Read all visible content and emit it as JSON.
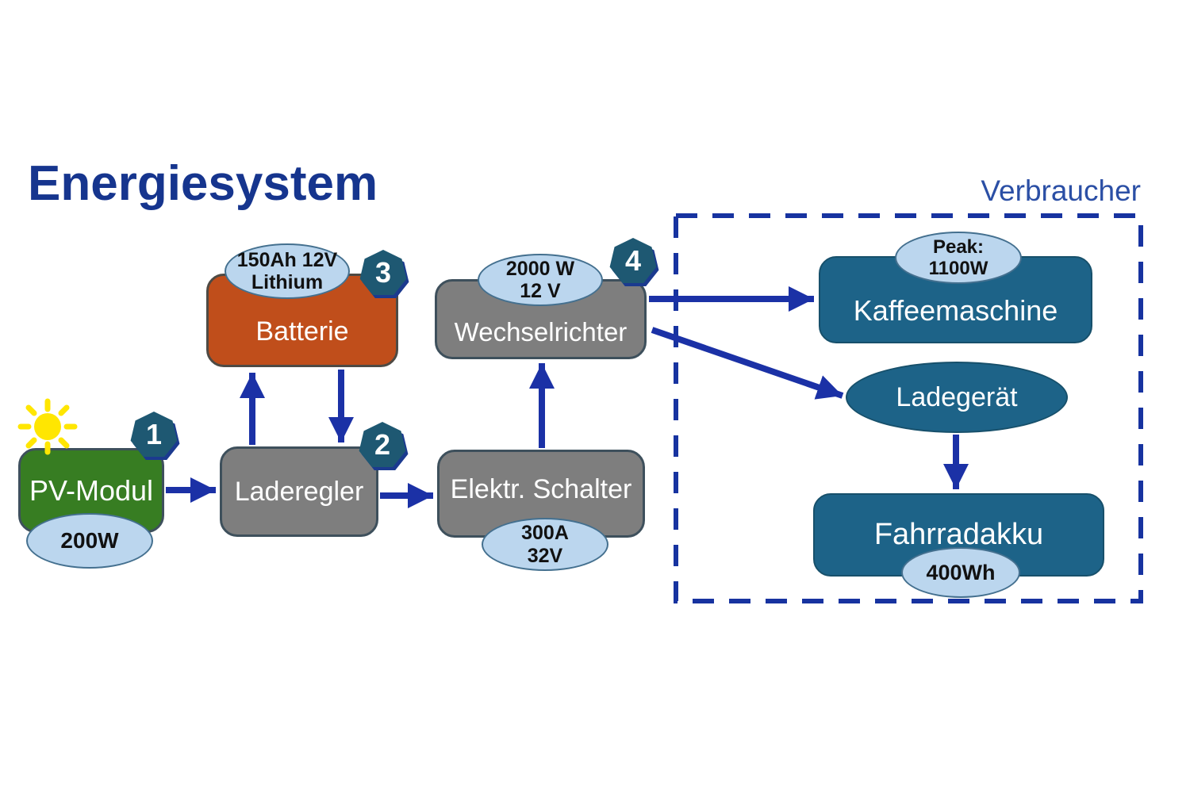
{
  "title": "Energiesystem",
  "consumers": {
    "group_label": "Verbraucher"
  },
  "nodes": {
    "pv": {
      "label": "PV-Modul",
      "badge": "1",
      "spec": "200W"
    },
    "laderegler": {
      "label": "Laderegler",
      "badge": "2"
    },
    "batterie": {
      "label": "Batterie",
      "badge": "3",
      "spec_line1": "150Ah 12V",
      "spec_line2": "Lithium"
    },
    "schalter": {
      "label": "Elektr. Schalter",
      "spec_line1": "300A",
      "spec_line2": "32V"
    },
    "wechselrichter": {
      "label": "Wechselrichter",
      "badge": "4",
      "spec_line1": "2000 W",
      "spec_line2": "12 V"
    },
    "kaffeemaschine": {
      "label": "Kaffeemaschine",
      "spec_line1": "Peak:",
      "spec_line2": "1100W"
    },
    "ladegeraet": {
      "label": "Ladegerät"
    },
    "fahrradakku": {
      "label": "Fahrradakku",
      "spec": "400Wh"
    }
  },
  "connections": [
    {
      "from": "pv",
      "to": "laderegler"
    },
    {
      "from": "laderegler",
      "to": "batterie"
    },
    {
      "from": "batterie",
      "to": "laderegler"
    },
    {
      "from": "laderegler",
      "to": "schalter"
    },
    {
      "from": "schalter",
      "to": "wechselrichter"
    },
    {
      "from": "wechselrichter",
      "to": "kaffeemaschine"
    },
    {
      "from": "wechselrichter",
      "to": "ladegeraet"
    },
    {
      "from": "ladegeraet",
      "to": "fahrradakku"
    }
  ],
  "colors": {
    "title_blue": "#16358E",
    "label_blue": "#2B4FA5",
    "arrow_blue": "#1B31A6",
    "dashed_border_blue": "#1733A0",
    "box_gray": "#7E7E7E",
    "box_green": "#377D22",
    "box_orange": "#C04E1B",
    "box_teal": "#1D6388",
    "badge_teal": "#1E5872",
    "chip_light_blue": "#BBD6EE",
    "sun_yellow": "#FFE601"
  }
}
